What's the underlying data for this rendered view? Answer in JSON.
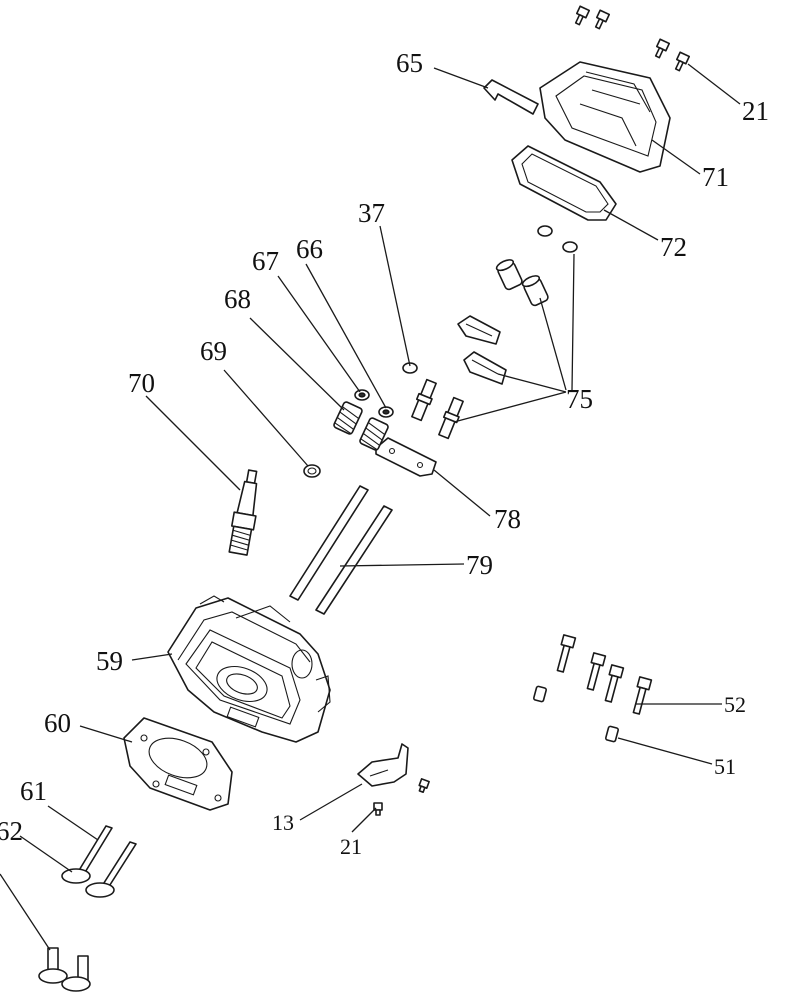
{
  "diagram": {
    "callouts": [
      {
        "id": "c65",
        "text": "65"
      },
      {
        "id": "c21a",
        "text": "21"
      },
      {
        "id": "c71",
        "text": "71"
      },
      {
        "id": "c72",
        "text": "72"
      },
      {
        "id": "c37",
        "text": "37"
      },
      {
        "id": "c67",
        "text": "67"
      },
      {
        "id": "c66",
        "text": "66"
      },
      {
        "id": "c68",
        "text": "68"
      },
      {
        "id": "c69",
        "text": "69"
      },
      {
        "id": "c70",
        "text": "70"
      },
      {
        "id": "c75",
        "text": "75"
      },
      {
        "id": "c78",
        "text": "78"
      },
      {
        "id": "c79",
        "text": "79"
      },
      {
        "id": "c59",
        "text": "59"
      },
      {
        "id": "c52",
        "text": "52"
      },
      {
        "id": "c60",
        "text": "60"
      },
      {
        "id": "c51",
        "text": "51"
      },
      {
        "id": "c61",
        "text": "61"
      },
      {
        "id": "c62",
        "text": "62"
      },
      {
        "id": "c13",
        "text": "13"
      },
      {
        "id": "c21b",
        "text": "21"
      }
    ]
  }
}
